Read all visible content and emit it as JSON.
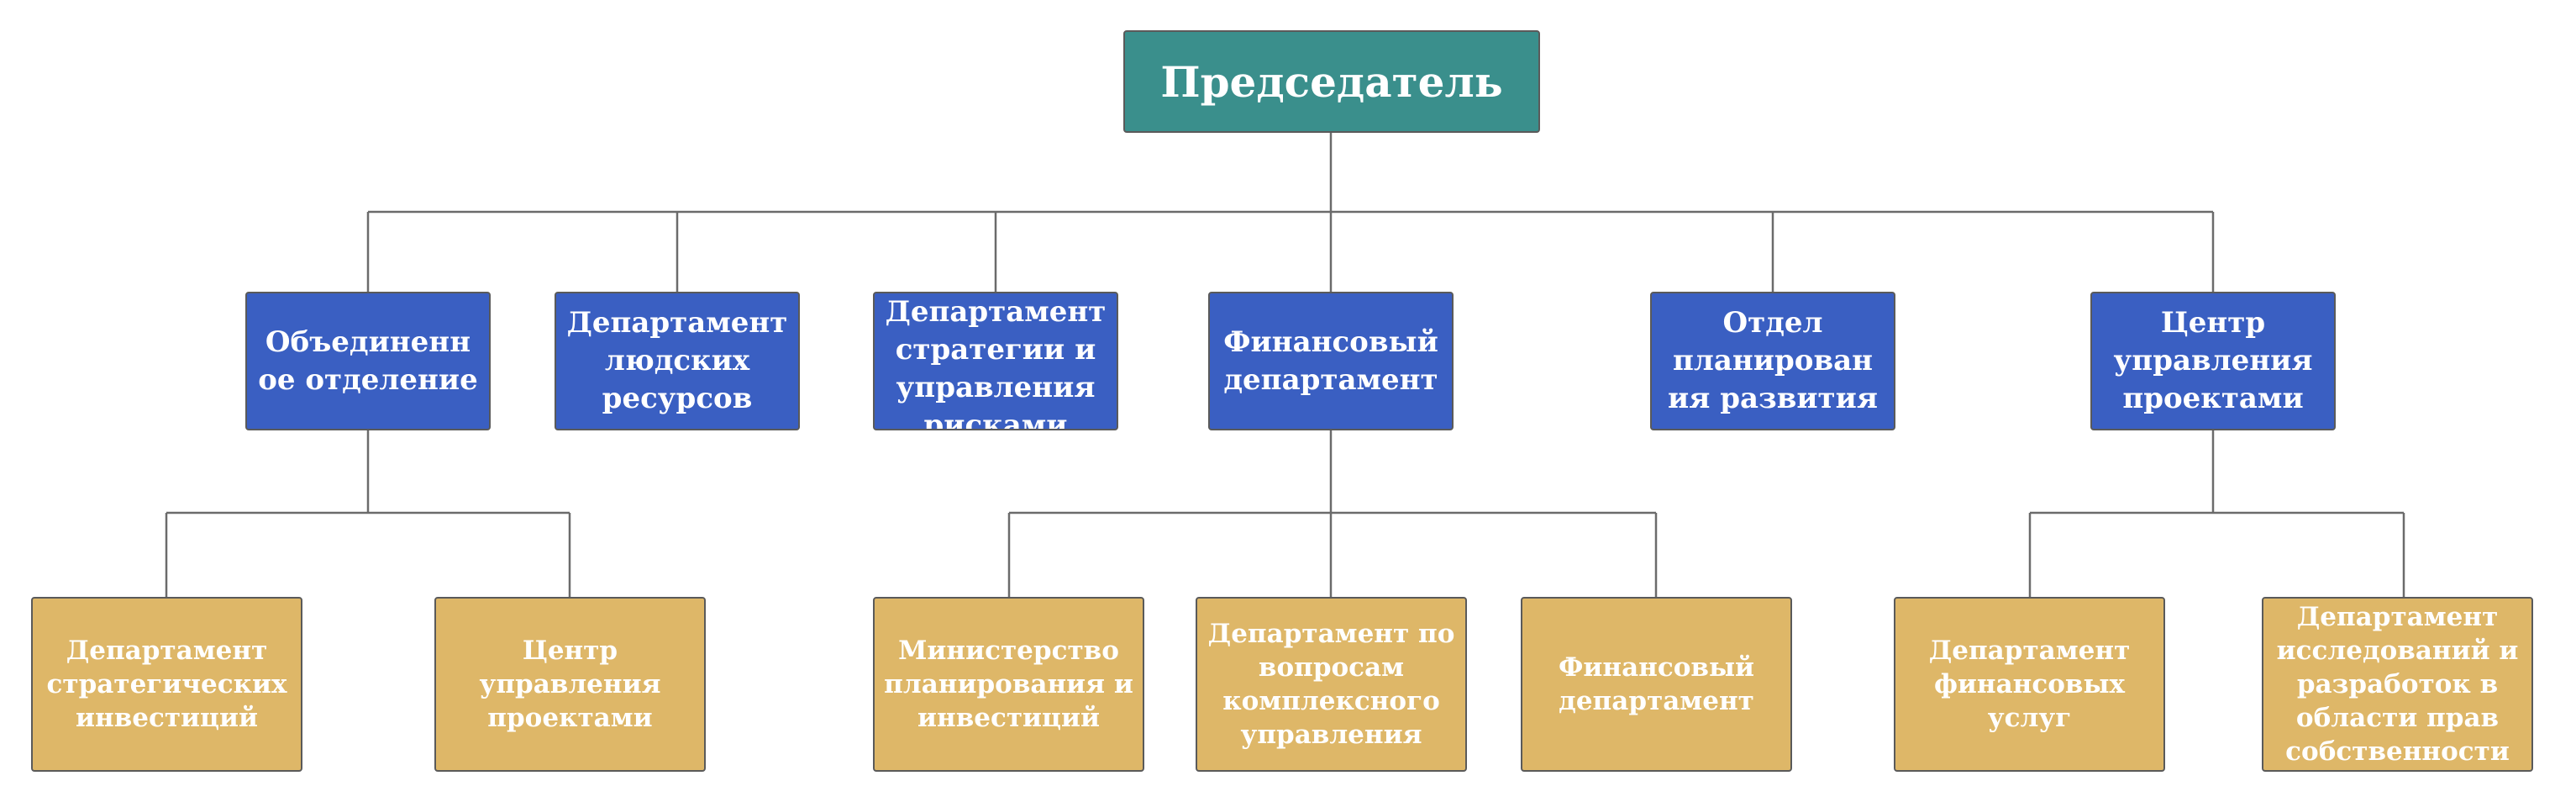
{
  "root": {
    "label": "Председатель"
  },
  "departments": [
    {
      "label": "Объединенн\nое отделение"
    },
    {
      "label": "Департамент\nлюдских\nресурсов"
    },
    {
      "label": "Департамент\nстратегии и\nуправления\nрисками"
    },
    {
      "label": "Финансовый\nдепартамент"
    },
    {
      "label": "Отдел\nпланирован\nия развития"
    },
    {
      "label": "Центр\nуправления\nпроектами"
    }
  ],
  "subunits": [
    {
      "label": "Департамент\nстратегических\nинвестиций"
    },
    {
      "label": "Центр\nуправления\nпроектами"
    },
    {
      "label": "Министерство\nпланирования и\nинвестиций"
    },
    {
      "label": "Департамент по\nвопросам\nкомплексного\nуправления"
    },
    {
      "label": "Финансовый\nдепартамент"
    },
    {
      "label": "Департамент\nфинансовых\nуслуг"
    },
    {
      "label": "Департамент\nисследований и\nразработок в\nобласти прав\nсобственности"
    }
  ],
  "colors": {
    "root": "#3a8f8c",
    "department": "#3a5fc2",
    "subunit": "#deb768",
    "connector": "#6b6b6b",
    "text": "#ffffff"
  }
}
